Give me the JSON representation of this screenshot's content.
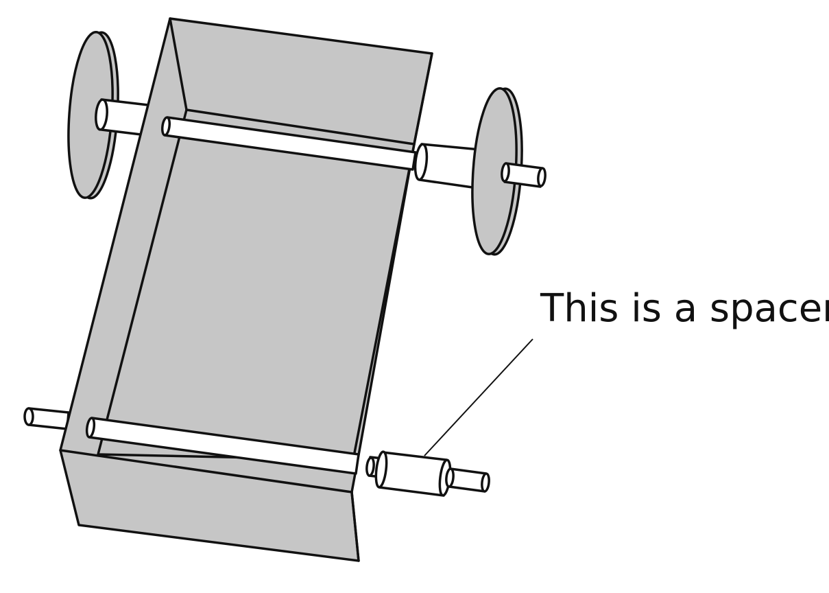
{
  "diagram": {
    "callout_label": "This is a spacer",
    "colors": {
      "body_fill": "#c6c6c6",
      "axle_fill": "#ffffff",
      "outline": "#111111"
    },
    "parts": [
      "car-body",
      "rear-axle",
      "front-axle",
      "wheel-left",
      "wheel-right",
      "spacer"
    ]
  }
}
